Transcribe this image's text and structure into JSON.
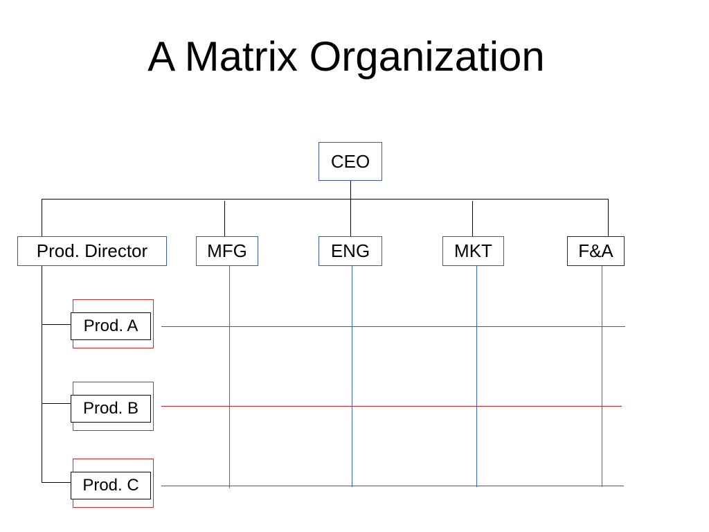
{
  "title": "A Matrix Organization",
  "diagram": {
    "ceo": "CEO",
    "departments": {
      "prod_director": "Prod. Director",
      "mfg": "MFG",
      "eng": "ENG",
      "mkt": "MKT",
      "fa": "F&A"
    },
    "products": [
      "Prod. A",
      "Prod. B",
      "Prod. C"
    ],
    "colors": {
      "department_border": "#3355cc",
      "functional_line": "#3366dd",
      "product_line": "#e02020",
      "hierarchy_line": "#000000"
    }
  }
}
